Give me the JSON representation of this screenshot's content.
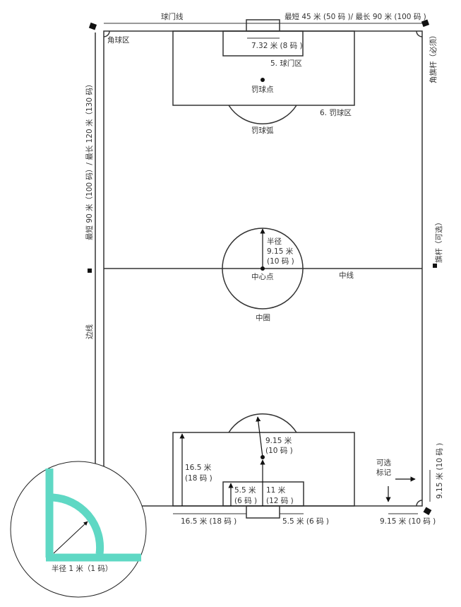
{
  "labels": {
    "goal_line": "球门线",
    "width_range": "最短 45 米 (50 码 )/ 最长 90 米 (100 码 )",
    "corner_area": "角球区",
    "goal_width": "7.32 米 (8 码 )",
    "goal_area": "5. 球门区",
    "penalty_spot": "罚球点",
    "penalty_area": "6. 罚球区",
    "penalty_arc": "罚球弧",
    "corner_flag": "角旗杆（必须）",
    "length_range": "最短 90 米（100 码）/ 最长 120 米（130 码）",
    "radius": "半径",
    "radius_m": "9.15 米",
    "radius_yd": "(10 码 )",
    "center_spot": "中心点",
    "halfway_line": "中线",
    "center_circle": "中圈",
    "halfway_flag": "旗杆（可选）",
    "touch_line": "边线",
    "arc_m": "9.15 米",
    "arc_yd": "(10 码 )",
    "pa_depth_m": "16.5 米",
    "pa_depth_yd": "(18 码 )",
    "ga_depth_m": "5.5 米",
    "ga_depth_yd": "(6 码 )",
    "spot_dist_m": "11 米",
    "spot_dist_yd": "(12 码 )",
    "optional_1": "可选",
    "optional_2": "标记",
    "pa_width": "16.5 米 (18 码 )",
    "ga_width": "5.5 米 (6 码 )",
    "corner_mark_h": "9.15 米 (10 码 )",
    "corner_mark_v": "9.15 米 (10 码 )",
    "corner_radius": "半径 1 米（1 码）"
  },
  "colors": {
    "line": "#333333",
    "highlight": "#5fd8c4"
  }
}
